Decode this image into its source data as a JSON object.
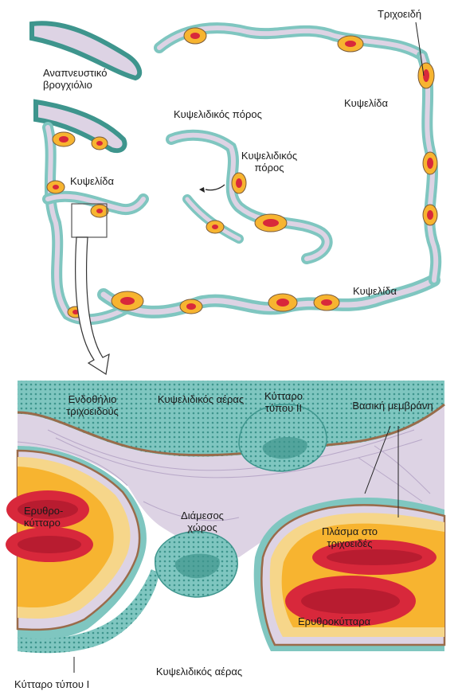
{
  "top": {
    "respiratory_bronchiole": "Αναπνευστικό βρογχιόλιο",
    "capillaries": "Τριχοειδή",
    "alveolus_right": "Κυψελίδα",
    "alveolar_pore_center": "Κυψελιδικός πόρος",
    "alveolar_pore_inner": "Κυψελιδικός πόρος",
    "alveolus_left": "Κυψελίδα",
    "alveolus_bottom": "Κυψελίδα"
  },
  "bottom": {
    "capillary_endothelium": "Ενδοθήλιο τριχοειδούς",
    "alveolar_air_top": "Κυψελιδικός αέρας",
    "type2_cell": "Κύτταρο τύπου ΙΙ",
    "basement_membrane": "Βασική μεμβράνη",
    "red_blood_cell_left": "Ερυθρο-κύτταρο",
    "interstitial_space": "Διάμεσος χώρος",
    "plasma_in_capillary": "Πλάσμα στο τριχοειδές",
    "red_blood_cells_right": "Ερυθροκύτταρα",
    "type1_cell": "Κύτταρο τύπου Ι",
    "alveolar_air_bottom": "Κυψελιδικός αέρας"
  },
  "colors": {
    "epithelium": "#7fc6c0",
    "wall": "#ddd3e4",
    "plasma": "#f6d68a",
    "capillary": "#f7b430",
    "rbc": "#d8283b",
    "outline": "#7a5a3a"
  }
}
